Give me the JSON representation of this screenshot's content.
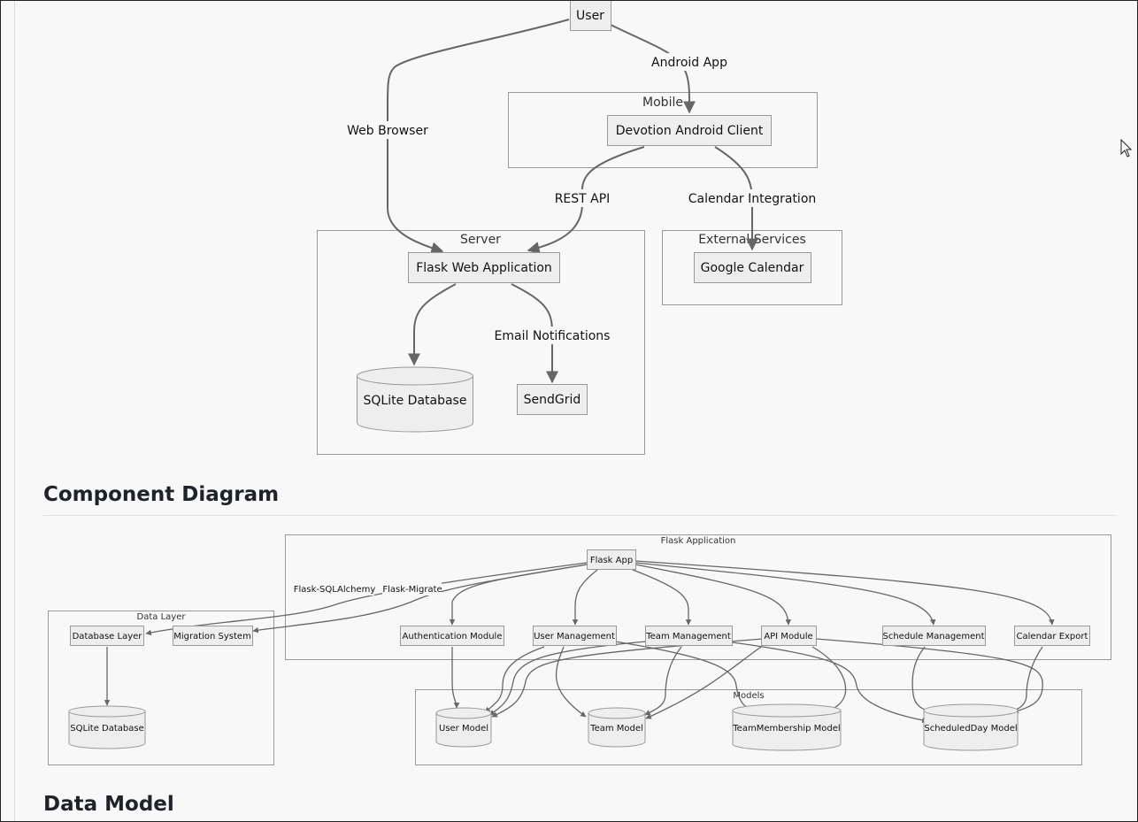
{
  "architecture": {
    "nodes": {
      "user": "User",
      "android_client": "Devotion Android Client",
      "flask_web_app": "Flask Web Application",
      "google_calendar": "Google Calendar",
      "sqlite_db": "SQLite Database",
      "sendgrid": "SendGrid"
    },
    "groups": {
      "mobile": "Mobile",
      "server": "Server",
      "external": "External Services"
    },
    "edges": {
      "android_app": "Android App",
      "web_browser": "Web Browser",
      "rest_api": "REST API",
      "calendar_integration": "Calendar Integration",
      "email_notifications": "Email Notifications"
    }
  },
  "component_section": {
    "heading": "Component Diagram"
  },
  "component": {
    "groups": {
      "flask_application": "Flask Application",
      "data_layer": "Data Layer",
      "models": "Models"
    },
    "nodes": {
      "flask_app": "Flask App",
      "auth_module": "Authentication Module",
      "user_mgmt": "User Management",
      "team_mgmt": "Team Management",
      "api_module": "API Module",
      "schedule_mgmt": "Schedule Management",
      "calendar_export": "Calendar Export",
      "database_layer": "Database Layer",
      "migration_system": "Migration System",
      "sqlite_db": "SQLite Database",
      "user_model": "User Model",
      "team_model": "Team Model",
      "teammembership_model": "TeamMembership Model",
      "scheduledday_model": "ScheduledDay Model"
    },
    "edges": {
      "flask_sqlalchemy": "Flask-SQLAlchemy",
      "flask_migrate": "Flask-Migrate"
    }
  },
  "data_model_section": {
    "heading": "Data Model"
  },
  "colors": {
    "node_fill": "#eeeeee",
    "node_stroke": "#999999",
    "group_stroke": "#aaaaaa",
    "edge": "#666666",
    "text": "#111111"
  }
}
